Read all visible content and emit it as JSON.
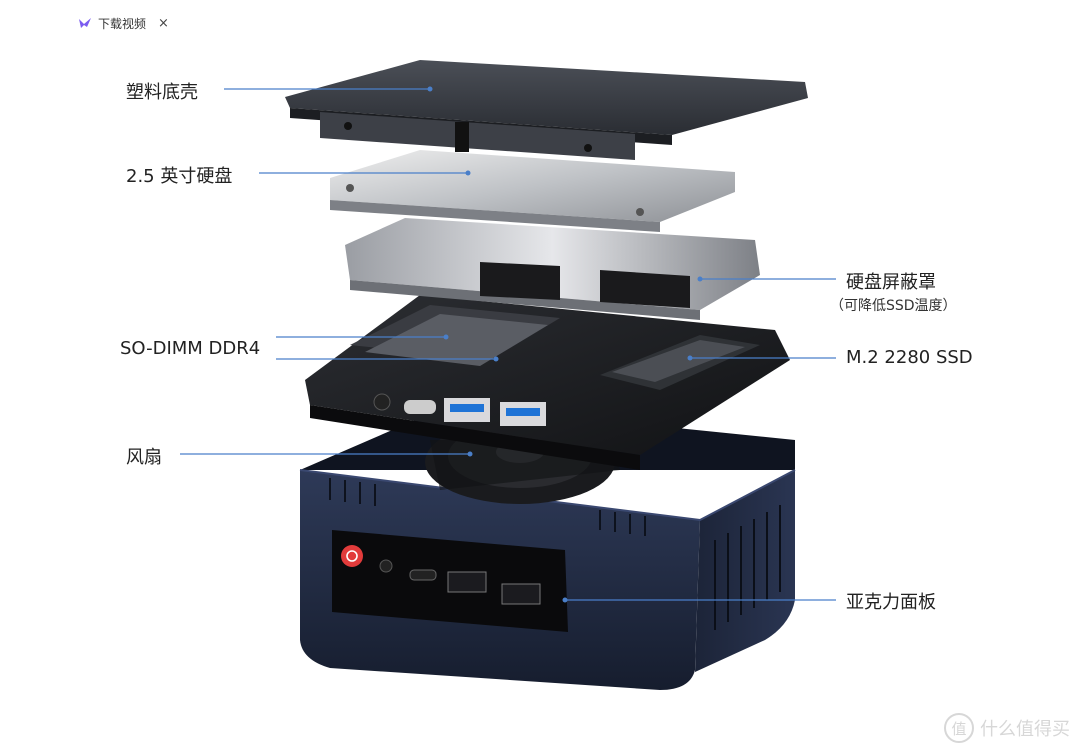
{
  "tab": {
    "title": "下载视频",
    "close_symbol": "×"
  },
  "labels": {
    "plastic_base": "塑料底壳",
    "hdd": "2.5 英寸硬盘",
    "hdd_shield": "硬盘屏蔽罩",
    "hdd_shield_note": "（可降低SSD温度）",
    "ram": "SO-DIMM DDR4",
    "ssd": "M.2 2280 SSD",
    "fan": "风扇",
    "acrylic_panel": "亚克力面板"
  },
  "watermark": {
    "text": "什么值得买",
    "badge": "值"
  },
  "colors": {
    "leader_line": "#4a7fc9",
    "chassis": "#1f2a44",
    "power_button": "#e23b3b",
    "usb_blue": "#1e73d6"
  },
  "icons": {
    "tab_logo": "bird-logo-icon",
    "power": "power-icon"
  }
}
